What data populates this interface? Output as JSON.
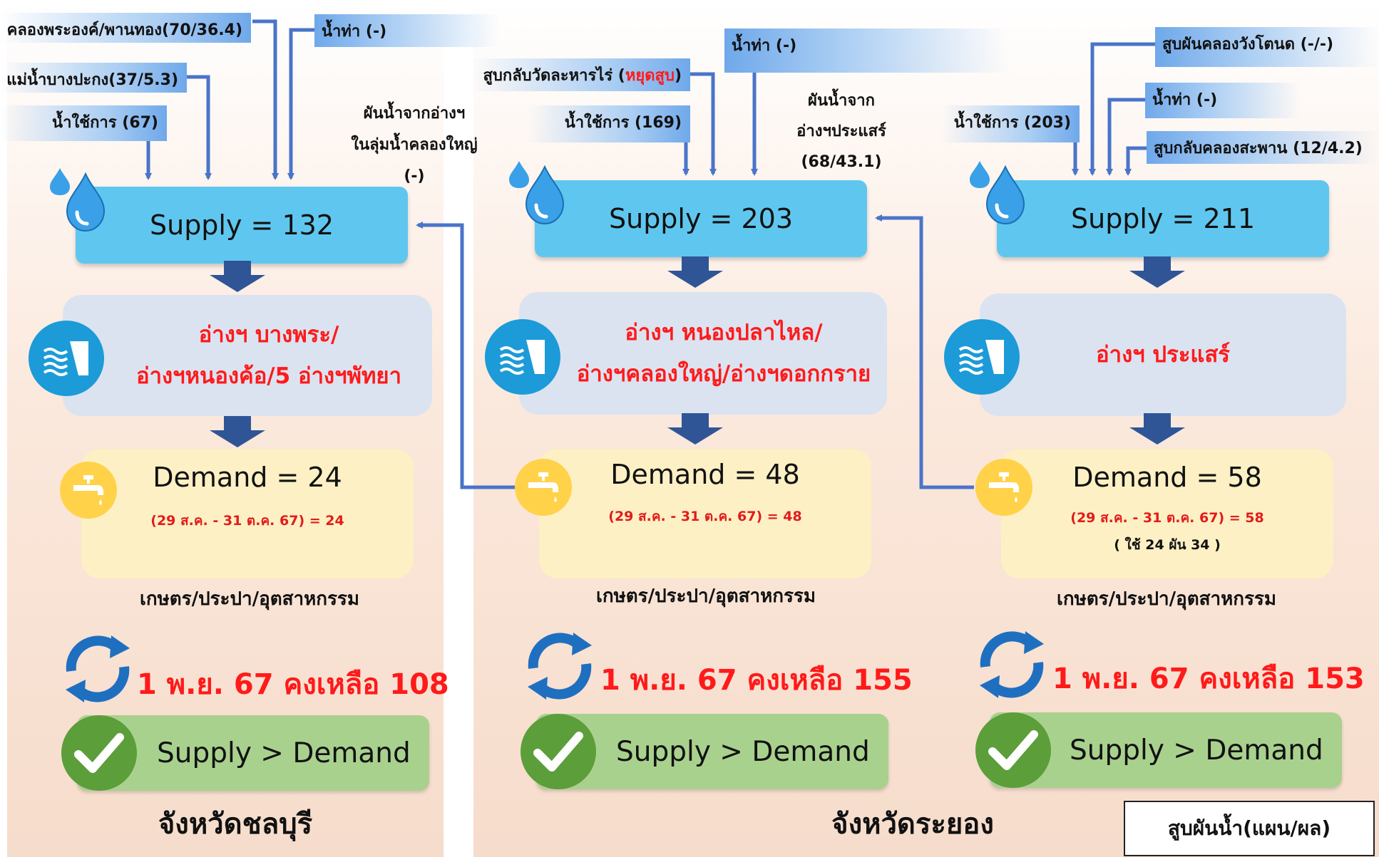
{
  "legend": "สูบผันน้ำ(แผน/ผล)",
  "colors": {
    "accent_red": "#ff1a1a",
    "supply": "#5fc7ef",
    "reservoir": "#dbe3f1",
    "demand": "#fdf0c4",
    "check": "#a9d18e",
    "arrow": "#2f5597",
    "flow_line": "#4a74c9"
  },
  "icons": {
    "drop": "water-drop-icon",
    "dam": "dam-icon",
    "tap": "faucet-icon",
    "cycle": "refresh-cycle-icon",
    "check": "check-icon"
  },
  "chonburi": {
    "province": "จังหวัดชลบุรี",
    "inputs": {
      "canal": "คลองพระองค์/พานทอง(70/36.4)",
      "river": "แม่น้ำบางปะกง(37/5.3)",
      "usable": "น้ำใช้การ (67)",
      "runoff": "น้ำท่า (-)",
      "transfer_line1": "ผันน้ำจากอ่างฯ",
      "transfer_line2": "ในลุ่มน้ำคลองใหญ่",
      "transfer_line3": "(-)"
    },
    "supply": "Supply = 132",
    "reservoir_line1": "อ่างฯ บางพระ/",
    "reservoir_line2": "อ่างฯหนองค้อ/5 อ่างฯพัทยา",
    "demand": "Demand = 24",
    "demand_period": "(29 ส.ค. - 31 ต.ค. 67) = 24",
    "use_types": "เกษตร/ประปา/อุตสาหกรรม",
    "remaining": "1 พ.ย. 67 คงเหลือ 108",
    "status": "Supply > Demand"
  },
  "rayong": {
    "province": "จังหวัดระยอง",
    "west": {
      "inputs": {
        "pump_back_prefix": "สูบกลับวัดละหารไร่ (",
        "pump_back_status": "หยุดสูบ",
        "pump_back_suffix": ")",
        "usable": "น้ำใช้การ (169)",
        "runoff": "น้ำท่า (-)",
        "transfer_line1": "ผันน้ำจาก",
        "transfer_line2": "อ่างฯประแสร์",
        "transfer_line3": "(68/43.1)"
      },
      "supply": "Supply = 203",
      "reservoir_line1": "อ่างฯ หนองปลาไหล/",
      "reservoir_line2": "อ่างฯคลองใหญ่/อ่างฯดอกกราย",
      "demand": "Demand  =  48",
      "demand_period": "(29 ส.ค. - 31 ต.ค. 67)  = 48",
      "use_types": "เกษตร/ประปา/อุตสาหกรรม",
      "remaining": "1 พ.ย. 67 คงเหลือ 155",
      "status": "Supply > Demand"
    },
    "east": {
      "inputs": {
        "pump_divert": "สูบผันคลองวังโตนด (-/-)",
        "runoff": "น้ำท่า (-)",
        "usable": "น้ำใช้การ (203)",
        "pump_back": "สูบกลับคลองสะพาน (12/4.2)"
      },
      "supply": "Supply = 211",
      "reservoir": "อ่างฯ ประแสร์",
      "demand": "Demand   = 58",
      "demand_period": "(29 ส.ค. - 31 ต.ค. 67) = 58",
      "demand_note": "( ใช้ 24 ผัน 34 )",
      "use_types": "เกษตร/ประปา/อุตสาหกรรม",
      "remaining": "1 พ.ย. 67 คงเหลือ 153",
      "status": "Supply > Demand"
    }
  }
}
